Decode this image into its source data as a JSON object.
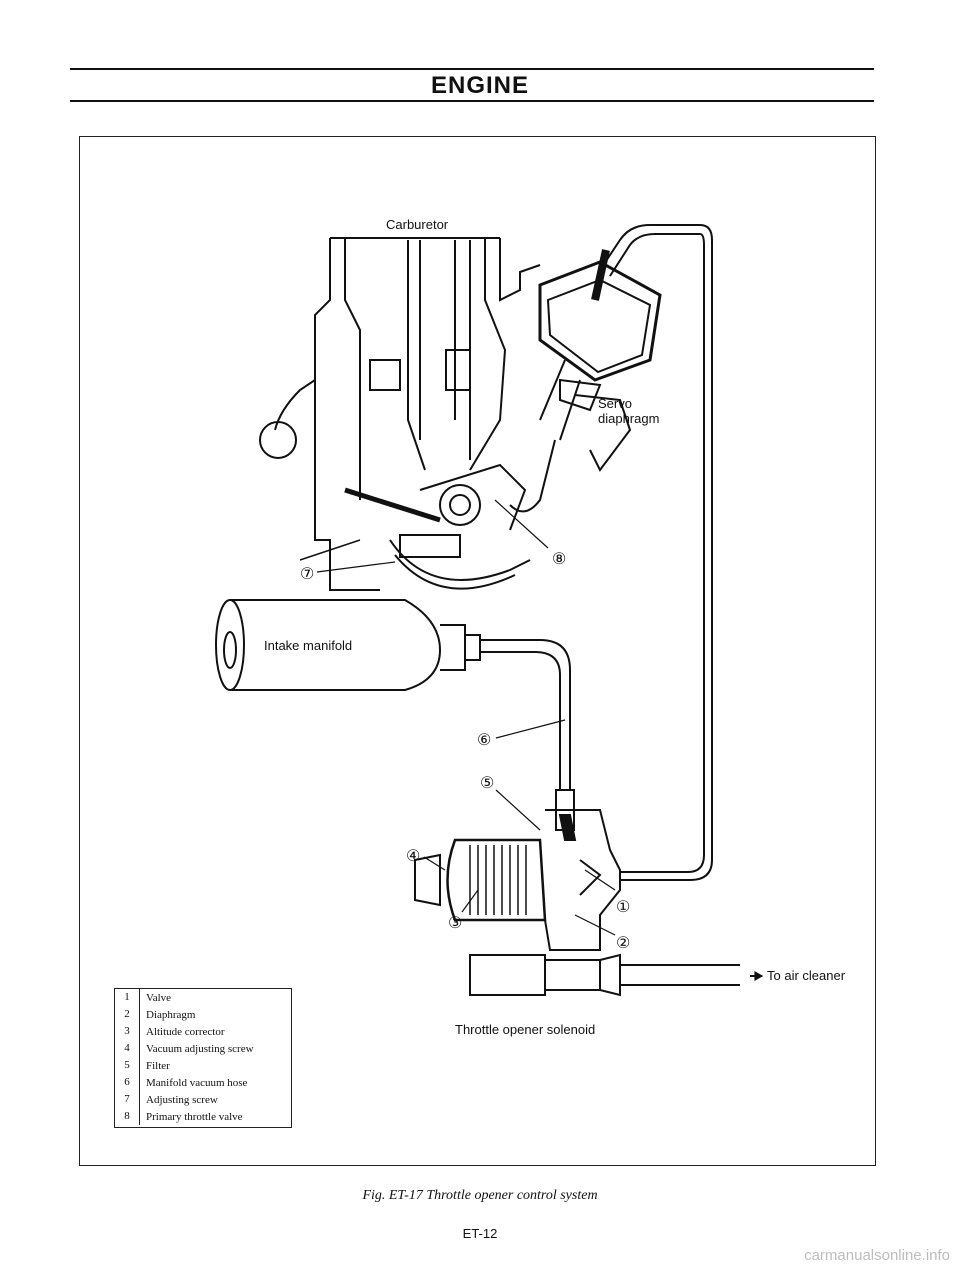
{
  "header": {
    "title": "ENGINE"
  },
  "labels": {
    "carburetor": "Carburetor",
    "servo_line1": "Servo",
    "servo_line2": "diaphragm",
    "intake_manifold": "Intake manifold",
    "to_air_cleaner": "To air cleaner",
    "throttle_opener_solenoid": "Throttle opener solenoid"
  },
  "callouts": {
    "c1": "①",
    "c2": "②",
    "c3": "③",
    "c4": "④",
    "c5": "⑤",
    "c6": "⑥",
    "c7": "⑦",
    "c8": "⑧"
  },
  "legend": [
    {
      "num": "1",
      "text": "Valve"
    },
    {
      "num": "2",
      "text": "Diaphragm"
    },
    {
      "num": "3",
      "text": "Altitude corrector"
    },
    {
      "num": "4",
      "text": "Vacuum adjusting screw"
    },
    {
      "num": "5",
      "text": "Filter"
    },
    {
      "num": "6",
      "text": "Manifold vacuum hose"
    },
    {
      "num": "7",
      "text": "Adjusting screw"
    },
    {
      "num": "8",
      "text": "Primary throttle valve"
    }
  ],
  "caption": "Fig. ET-17 Throttle opener control system",
  "page_number": "ET-12",
  "watermark": "carmanualsonline.info"
}
